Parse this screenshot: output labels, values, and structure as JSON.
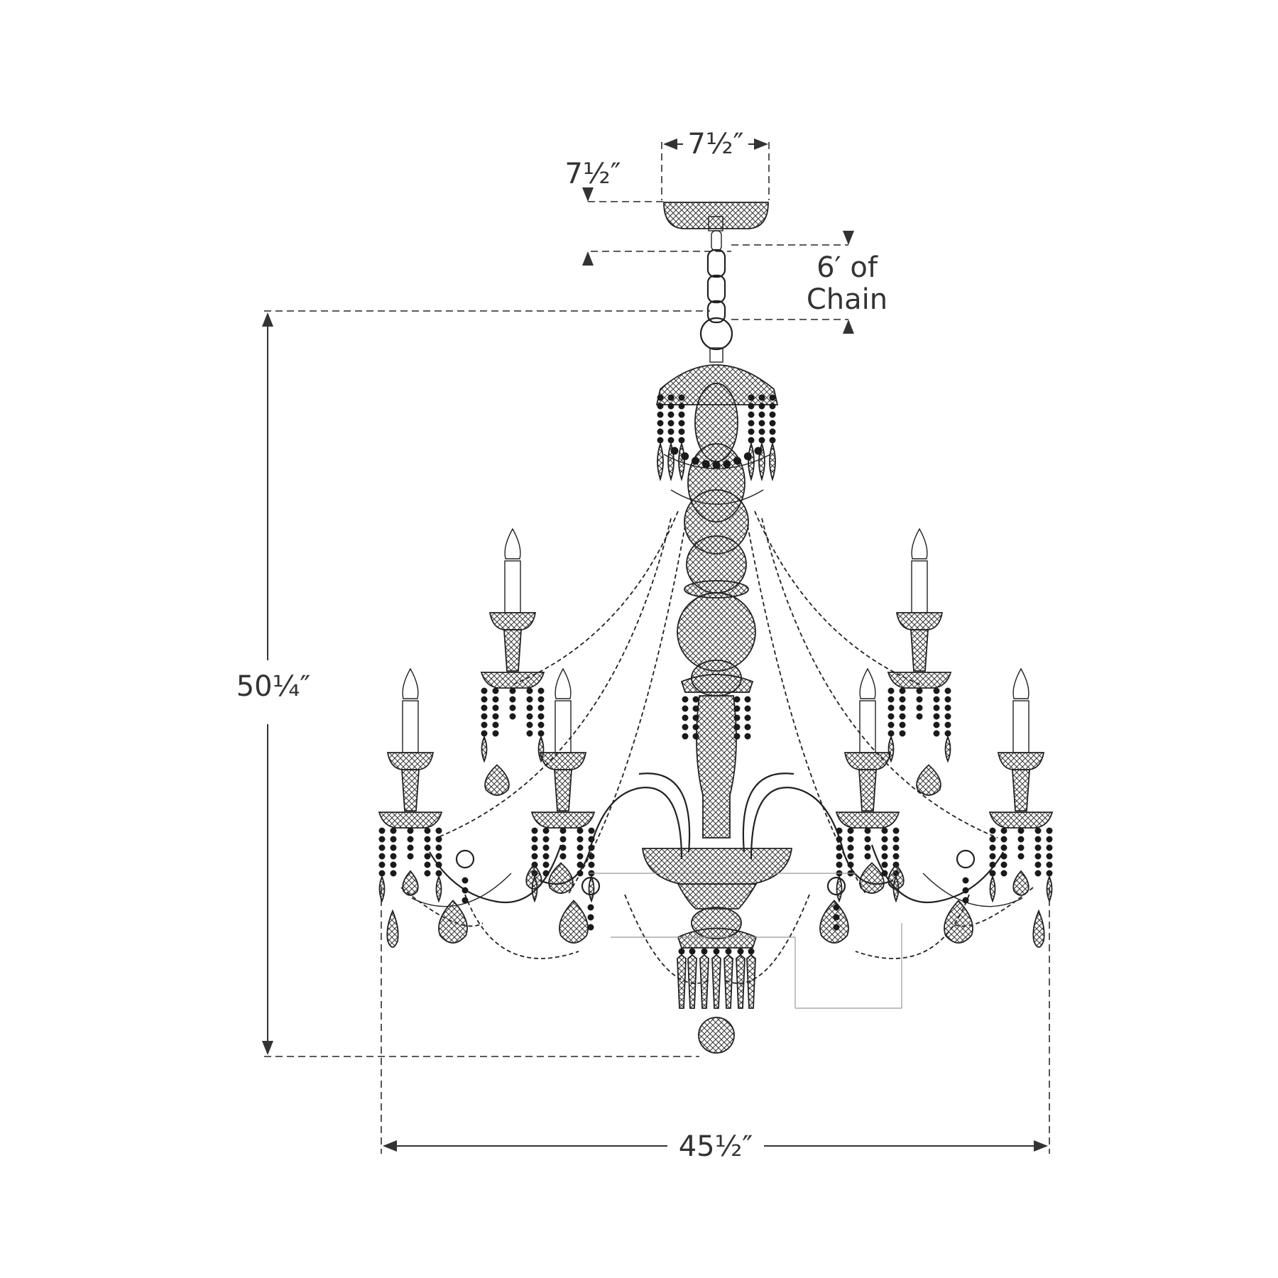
{
  "dimensions": {
    "canopy_width": "7½″",
    "canopy_height": "7½″",
    "chain_length_line1": "6′ of",
    "chain_length_line2": "Chain",
    "fixture_height": "50¼″",
    "fixture_width": "45½″"
  },
  "colors": {
    "ink": "#222222",
    "dimension": "#333333",
    "background": "#ffffff"
  }
}
